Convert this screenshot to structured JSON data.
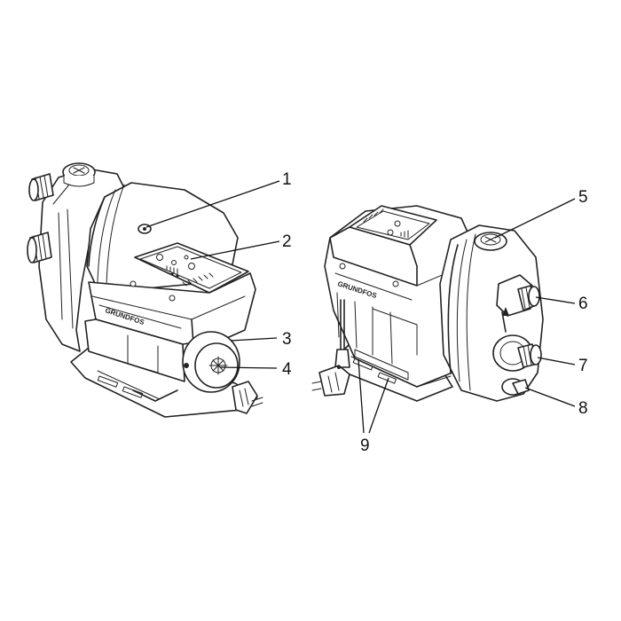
{
  "figure": {
    "brand": "GRUNDFOS",
    "callouts": [
      {
        "id": "1",
        "label": "1"
      },
      {
        "id": "2",
        "label": "2"
      },
      {
        "id": "3",
        "label": "3"
      },
      {
        "id": "4",
        "label": "4"
      },
      {
        "id": "5",
        "label": "5"
      },
      {
        "id": "6",
        "label": "6"
      },
      {
        "id": "7",
        "label": "7"
      },
      {
        "id": "8",
        "label": "8"
      },
      {
        "id": "9",
        "label": "9"
      }
    ]
  }
}
